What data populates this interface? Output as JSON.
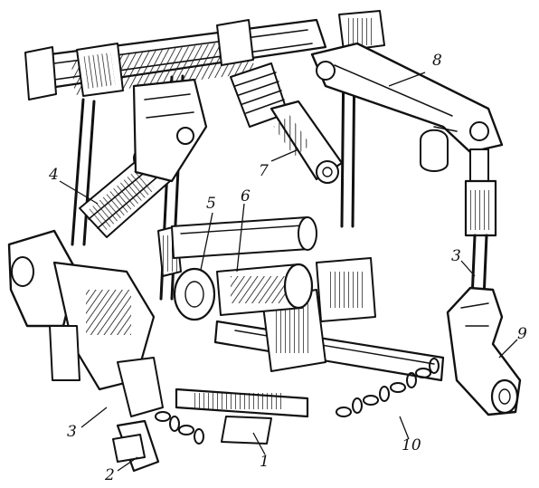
{
  "figure": {
    "callouts": {
      "c1": "1",
      "c2": "2",
      "c3_left": "3",
      "c3_right": "3",
      "c4": "4",
      "c5": "5",
      "c6": "6",
      "c7": "7",
      "c8": "8",
      "c9": "9",
      "c10": "10"
    }
  }
}
